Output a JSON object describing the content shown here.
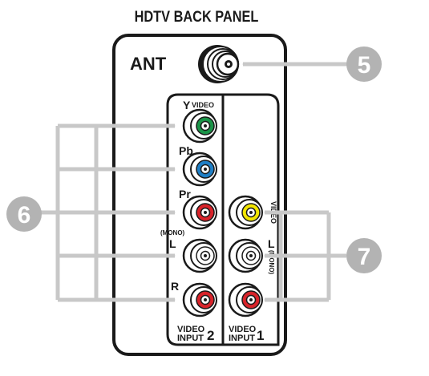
{
  "title": "HDTV BACK PANEL",
  "antenna": {
    "label": "ANT",
    "callout": "5"
  },
  "input2": {
    "labels": {
      "y": "Y",
      "video": "VIDEO",
      "pb": "Pb",
      "pr": "Pr",
      "mono": "(MONO)",
      "l": "L",
      "r": "R"
    },
    "name_line1": "VIDEO",
    "name_line2": "INPUT",
    "number": "2",
    "callout": "6"
  },
  "input1": {
    "labels": {
      "video": "VIDEO",
      "l": "L",
      "mono": "(MONO)"
    },
    "name_line1": "VIDEO",
    "name_line2": "INPUT",
    "number": "1",
    "callout": "7"
  },
  "colors": {
    "panel_stroke": "#1a1a1a",
    "arrow": "#c8c8c8",
    "callout_fill": "#b3b3b3",
    "jack_green": "#1a9448",
    "jack_blue": "#1f7fc6",
    "jack_red": "#d8232a",
    "jack_yellow": "#f2e500",
    "jack_white": "#ffffff"
  }
}
